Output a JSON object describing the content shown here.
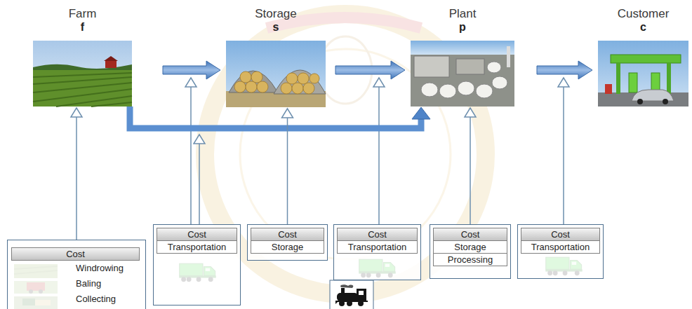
{
  "diagram": {
    "nodes": [
      {
        "text": [
          "Farm",
          "f"
        ]
      },
      {
        "text": [
          "Storage",
          "s"
        ]
      },
      {
        "text": [
          "Plant",
          "p"
        ]
      },
      {
        "text": [
          "Customer",
          "c"
        ]
      },
      {
        "text": [
          "Cost",
          "Windrowing",
          "Baling",
          "Collecting"
        ]
      },
      {
        "text": [
          "Cost",
          "Transportation"
        ]
      },
      {
        "text": [
          "Cost",
          "Storage"
        ]
      },
      {
        "text": [
          "Cost",
          "Transportation"
        ]
      },
      {
        "text": [
          "Cost",
          "Storage",
          "Processing"
        ]
      },
      {
        "text": [
          "Cost",
          "Transportation"
        ]
      }
    ],
    "edges": [
      {
        "from": 0,
        "to": 1,
        "arrow": "to"
      },
      {
        "from": 1,
        "to": 2,
        "arrow": "to"
      },
      {
        "from": 2,
        "to": 3,
        "arrow": "to"
      },
      {
        "from": 0,
        "to": 2,
        "arrow": "to"
      },
      {
        "from": 4,
        "to": 0,
        "arrow": "to"
      },
      {
        "from": 6,
        "to": 1,
        "arrow": "to"
      },
      {
        "from": 8,
        "to": 2,
        "arrow": "to"
      }
    ]
  }
}
